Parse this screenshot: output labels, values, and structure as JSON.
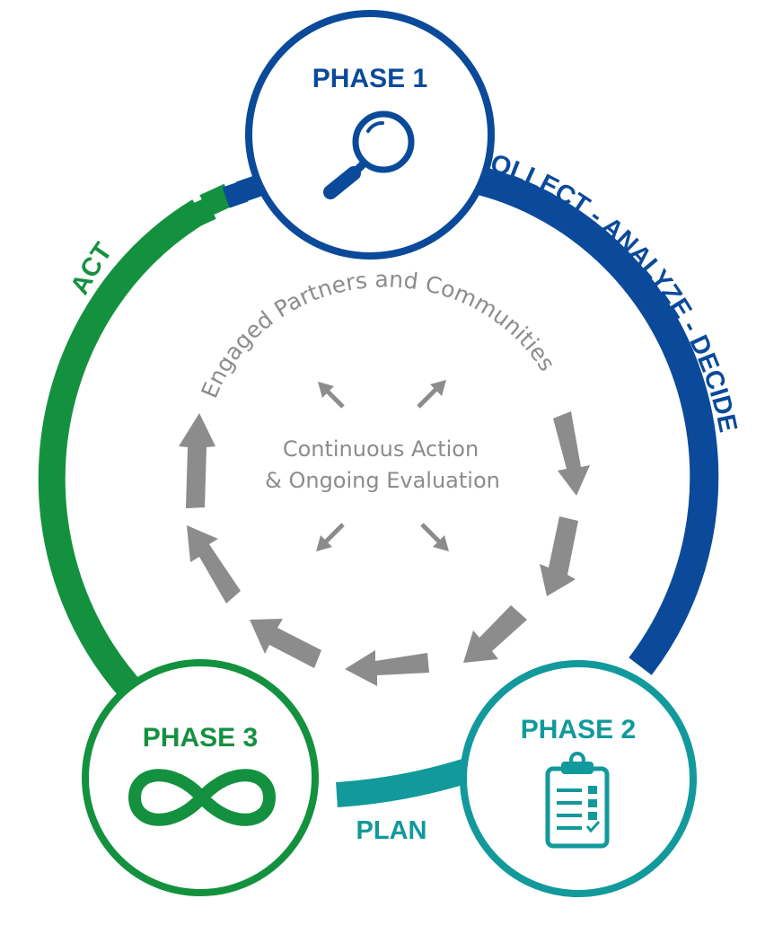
{
  "colors": {
    "phase1": "#0b4a9a",
    "phase2": "#12999b",
    "phase3": "#14913f",
    "gray": "#8c8c8c"
  },
  "phases": [
    {
      "title": "PHASE 1",
      "icon": "magnifier-icon"
    },
    {
      "title": "PHASE 2",
      "icon": "clipboard-checklist-icon"
    },
    {
      "title": "PHASE 3",
      "icon": "infinity-icon"
    }
  ],
  "arcs": {
    "collect": "COLLECT - ANALYZE - DECIDE",
    "plan": "PLAN",
    "act": "ACT"
  },
  "inner": {
    "ring_text": "Engaged Partners and Communities",
    "center_line1": "Continuous Action",
    "center_line2": "& Ongoing Evaluation"
  }
}
